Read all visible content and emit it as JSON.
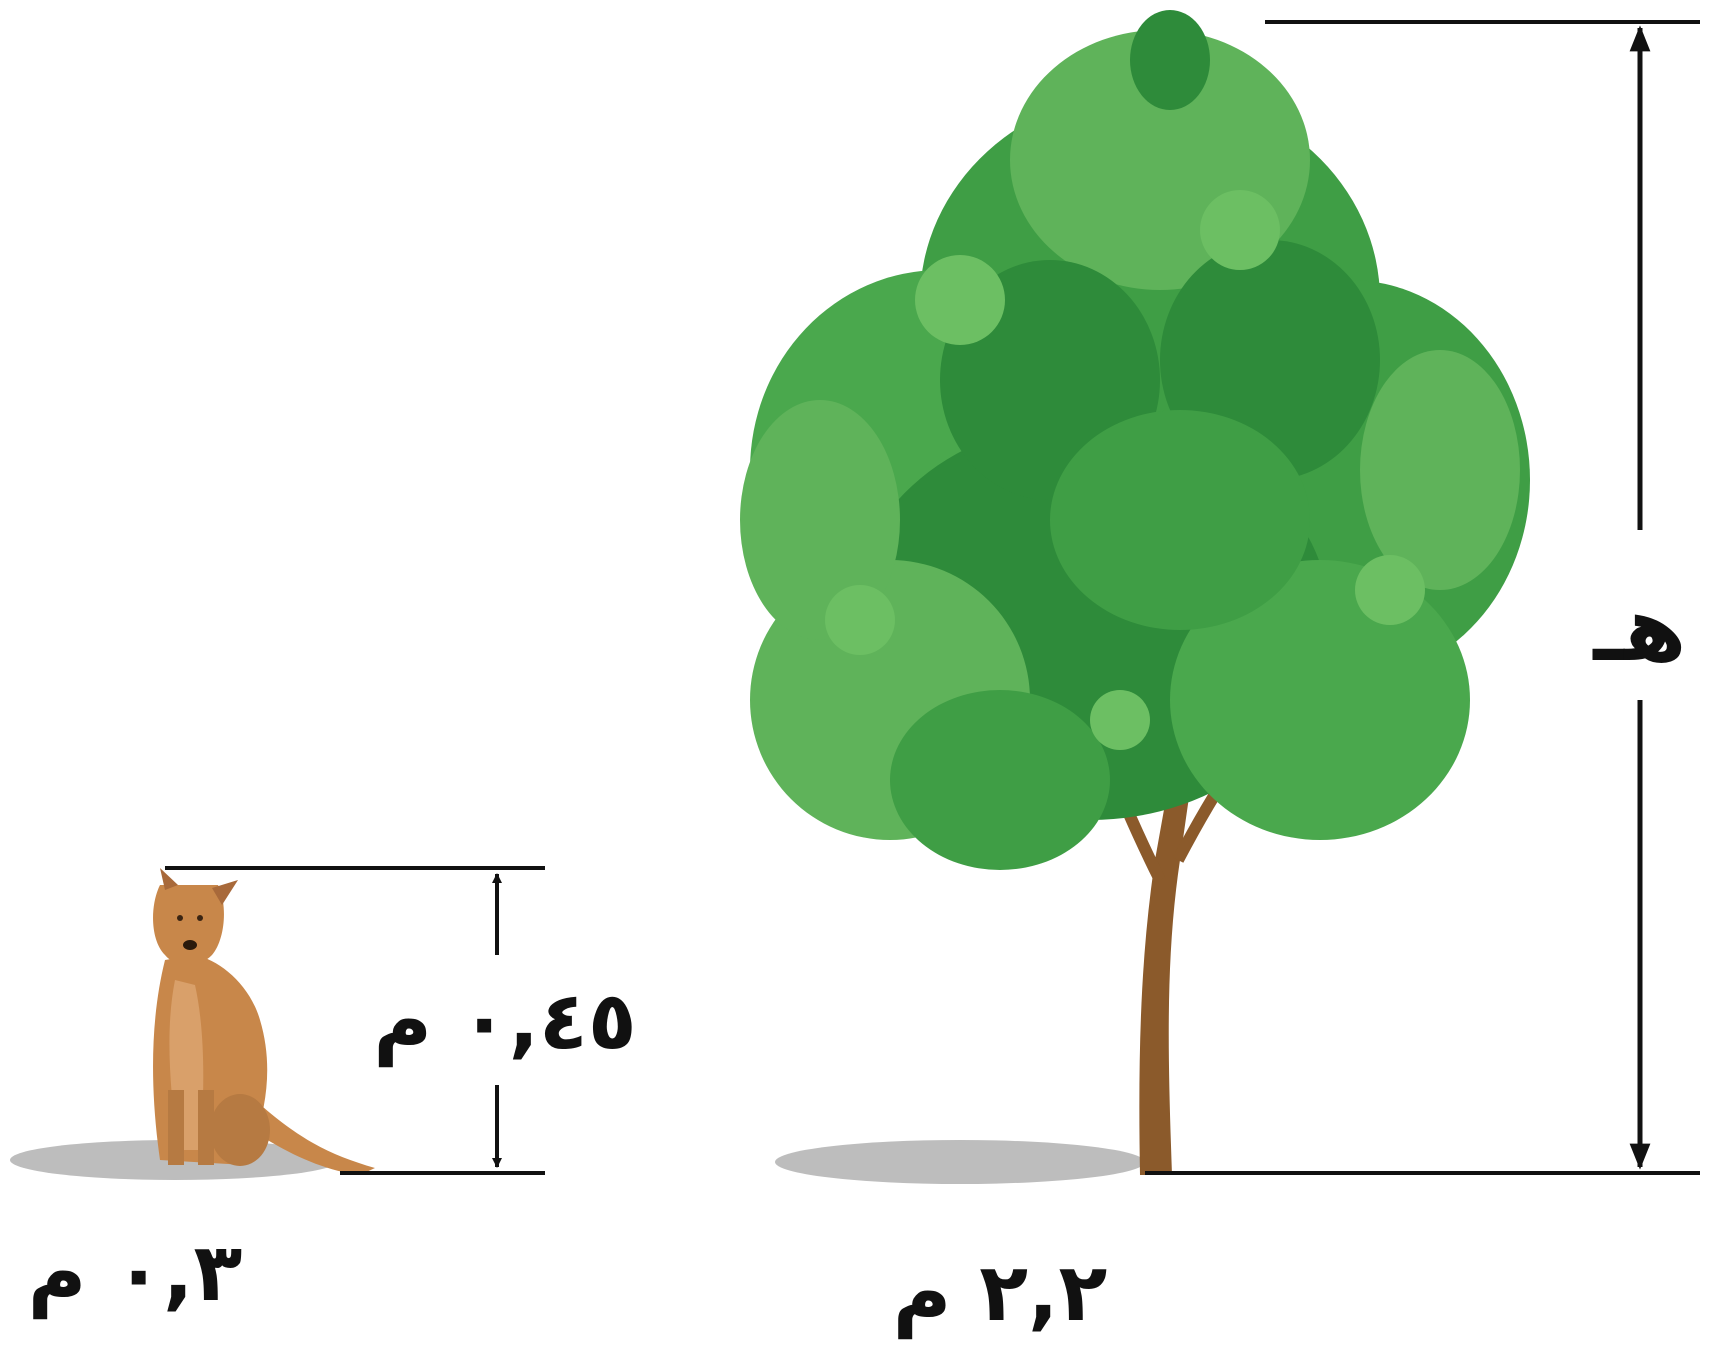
{
  "labels": {
    "dog_height": "٠,٤٥ م",
    "dog_shadow": "٠,٣ م",
    "tree_height": "هـ",
    "tree_shadow": "٢,٢ م"
  },
  "colors": {
    "line": "#111111",
    "shadow": "#b8b8b8",
    "foliage_dark": "#2e8b3a",
    "foliage_mid": "#3f9e45",
    "foliage_light": "#5fb35a",
    "trunk": "#8b5a2b",
    "dog_body": "#c8874a",
    "dog_dark": "#9a6230"
  }
}
